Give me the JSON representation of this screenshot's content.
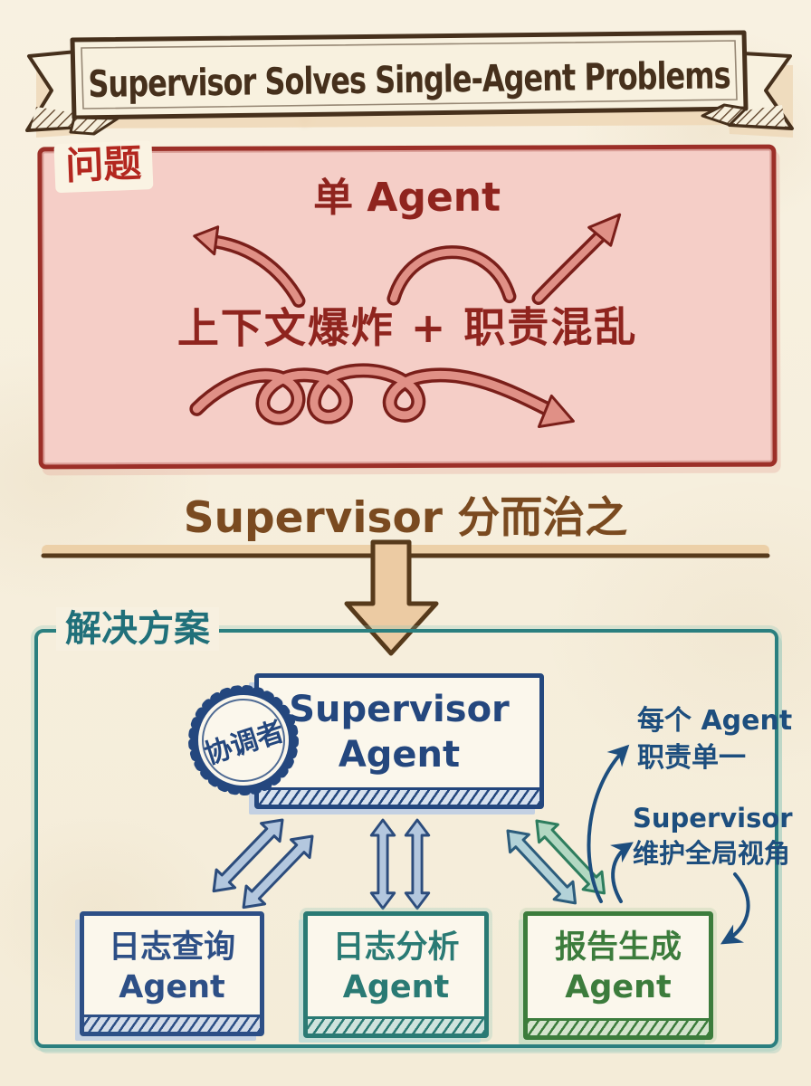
{
  "banner": {
    "title": "Supervisor Solves Single-Agent Problems"
  },
  "problem": {
    "label": "问题",
    "title": "单 Agent",
    "issue": "上下文爆炸 + 职责混乱"
  },
  "transition": {
    "heading": "Supervisor 分而治之"
  },
  "solution": {
    "label": "解决方案",
    "supervisor": {
      "badge": "协调者",
      "line1": "Supervisor",
      "line2": "Agent"
    },
    "agents": [
      {
        "line1": "日志查询",
        "line2": "Agent"
      },
      {
        "line1": "日志分析",
        "line2": "Agent"
      },
      {
        "line1": "报告生成",
        "line2": "Agent"
      }
    ],
    "notes": [
      {
        "line1": "每个 Agent",
        "line2": "职责单一"
      },
      {
        "line1": "Supervisor",
        "line2": "维护全局视角"
      }
    ]
  },
  "colors": {
    "paper": "#f7f0e0",
    "ink_brown": "#46301c",
    "problem_fill": "#f5cec7",
    "problem_border": "#9c2f28",
    "problem_text": "#8f241e",
    "problem_label_red": "#b3271f",
    "problem_arrow_fill": "#e09086",
    "problem_arrow_outline": "#7a1f1a",
    "transition_brown": "#7a4a20",
    "transition_arrow_fill": "#eccba3",
    "transition_arrow_outline": "#573a1b",
    "solution_border_teal": "#2b7f7f",
    "solution_label_teal": "#20707a",
    "supervisor_navy": "#24477e",
    "agent_blue": "#2d4f86",
    "agent_teal": "#2a7a74",
    "agent_green": "#3c7c3c",
    "note_navy": "#1d4e7e",
    "connector_blue_fill": "#b3c7de",
    "connector_green_fill": "#b2d8c2"
  }
}
